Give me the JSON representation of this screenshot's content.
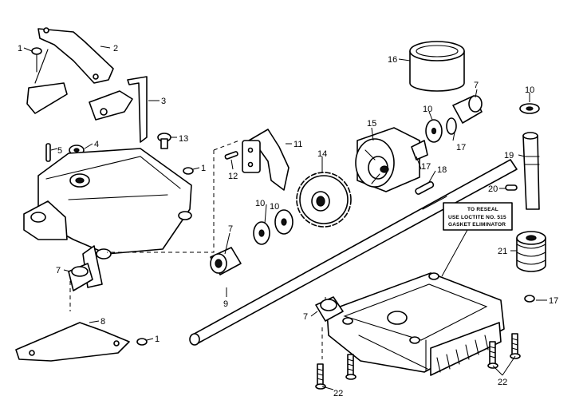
{
  "callouts": {
    "c1a": "1",
    "c1b": "1",
    "c1c": "1",
    "c2": "2",
    "c3": "3",
    "c4": "4",
    "c5": "5",
    "c7a": "7",
    "c7b": "7",
    "c7c": "7",
    "c7d": "7",
    "c8": "8",
    "c9": "9",
    "c10a": "10",
    "c10b": "10",
    "c10c": "10",
    "c10d": "10",
    "c11": "11",
    "c12": "12",
    "c13": "13",
    "c14": "14",
    "c15": "15",
    "c16": "16",
    "c17a": "17",
    "c17b": "17",
    "c17c": "17",
    "c18": "18",
    "c19": "19",
    "c20": "20",
    "c21": "21",
    "c22a": "22",
    "c22b": "22"
  },
  "note": {
    "line1": "TO RESEAL",
    "line2": "USE LOCTITE NO. 515",
    "line3": "GASKET ELIMINATOR"
  }
}
